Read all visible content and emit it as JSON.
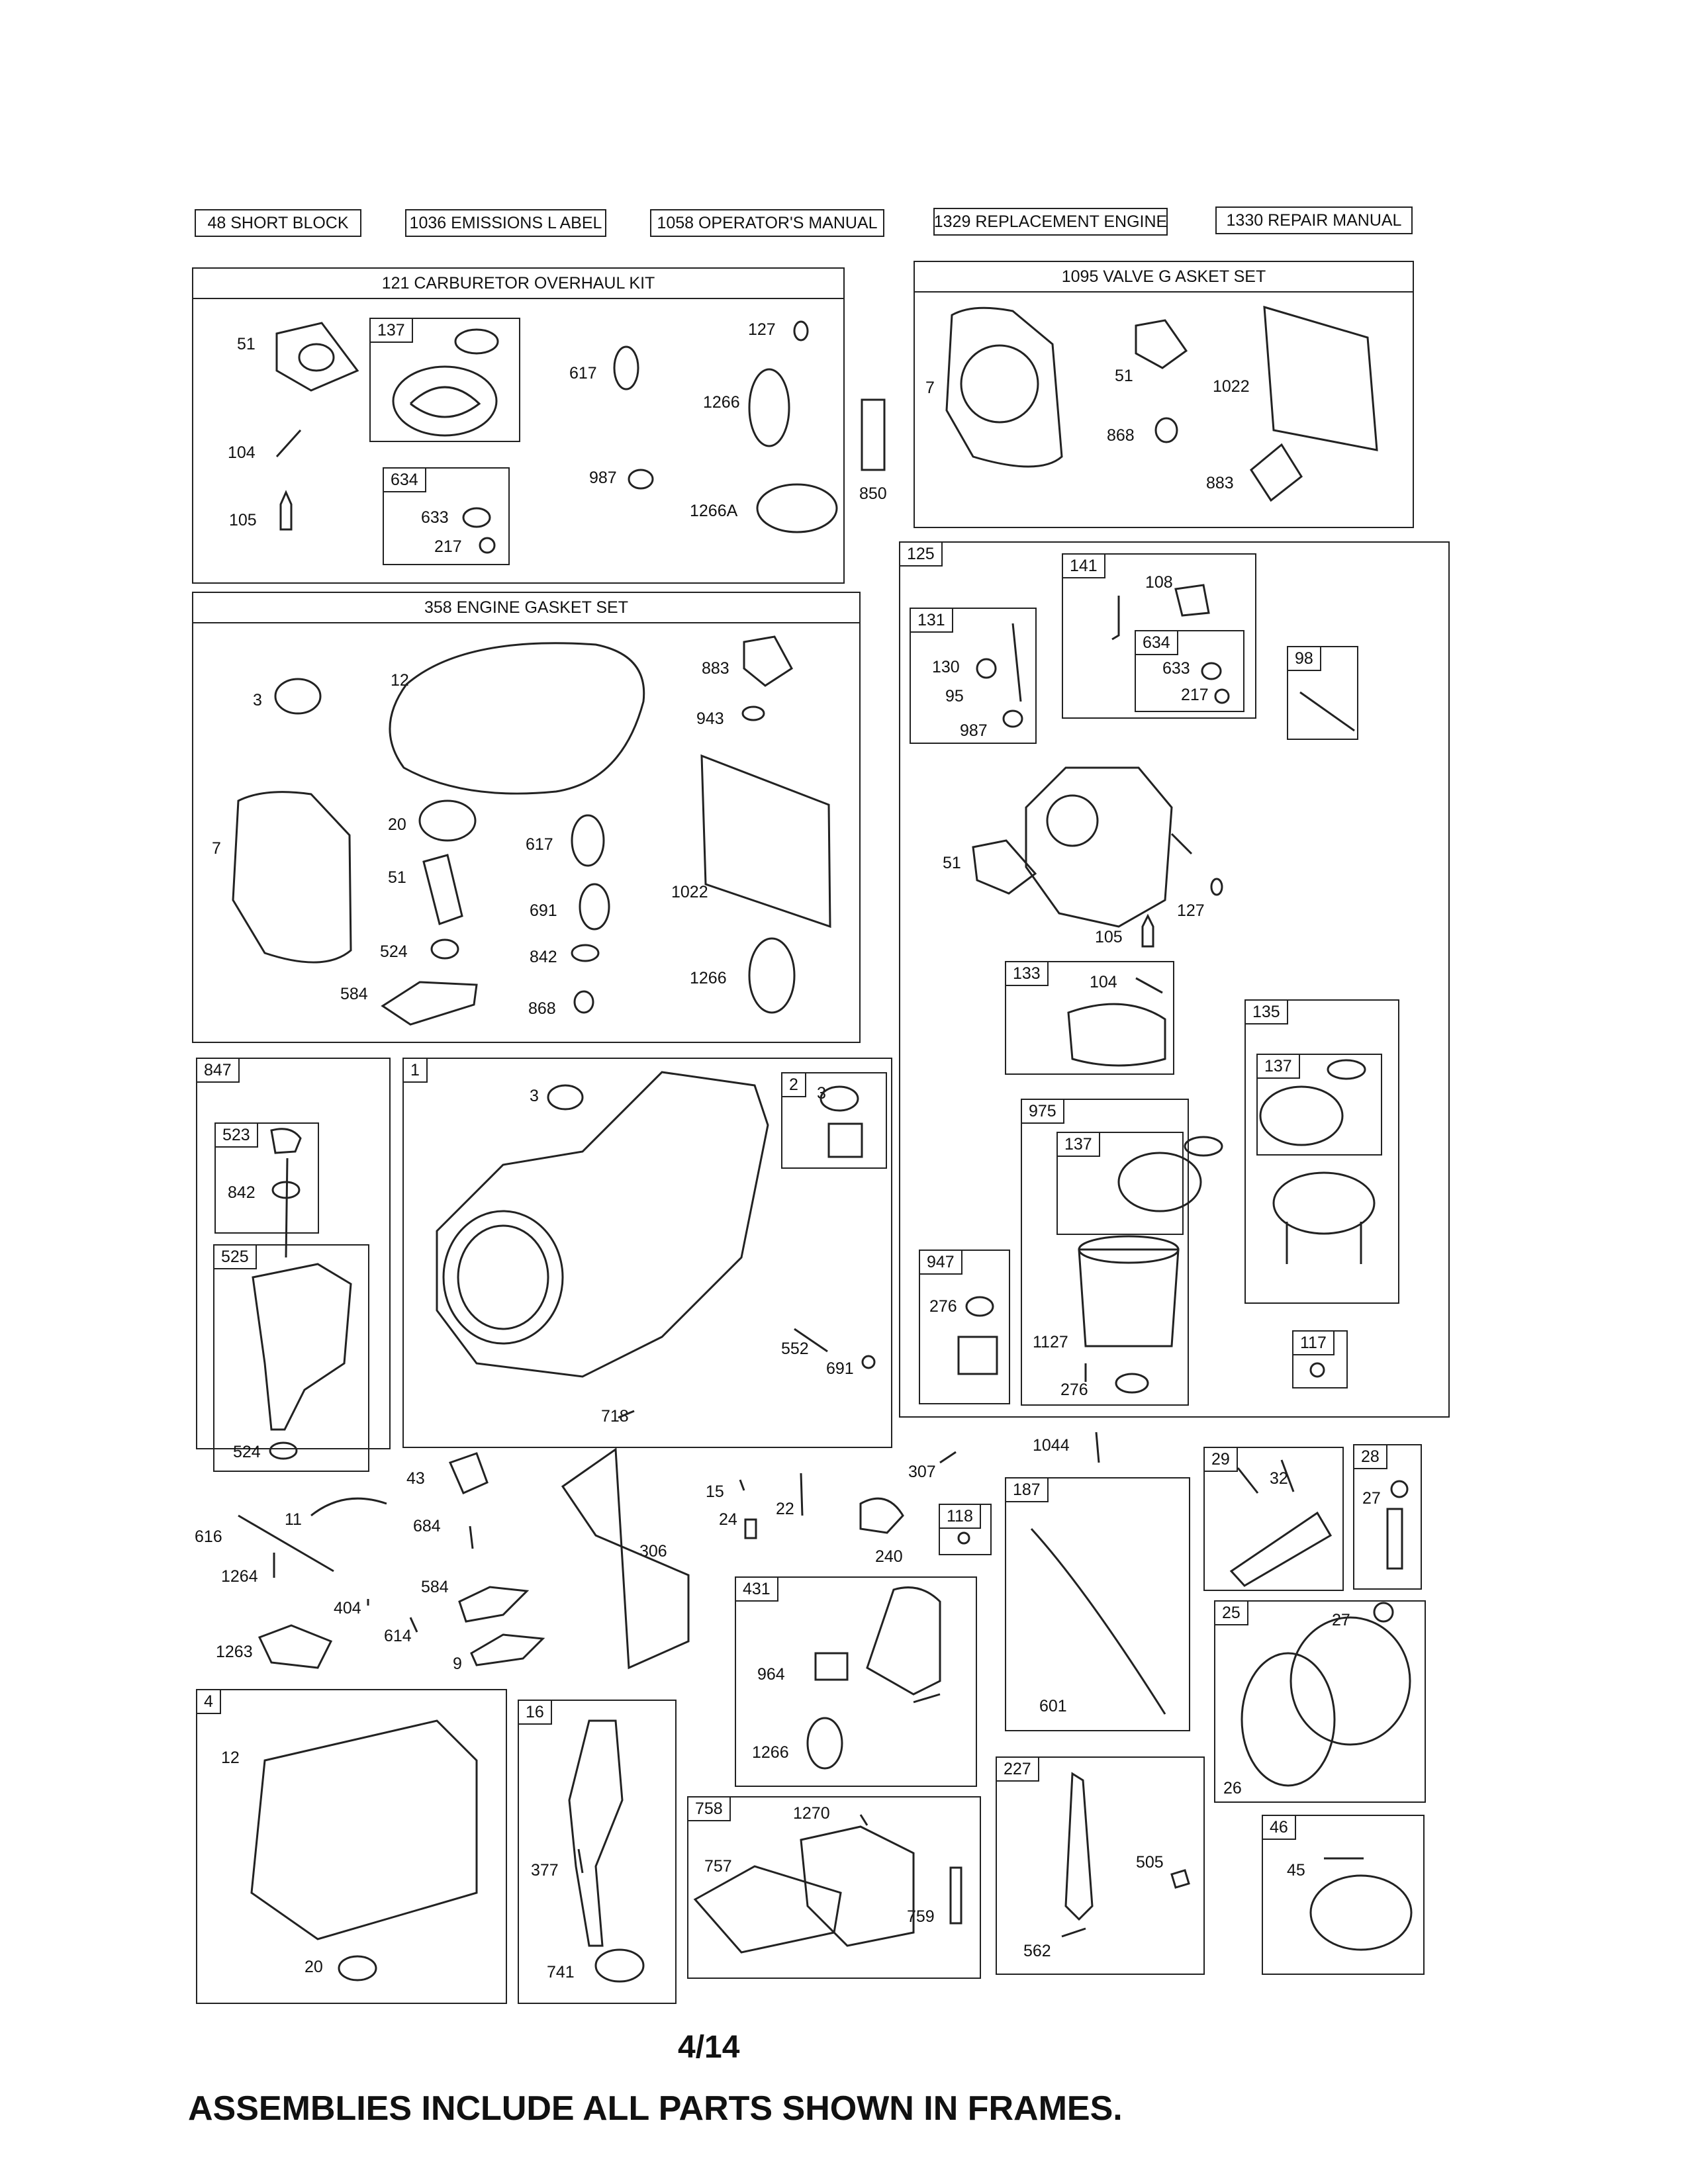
{
  "header_labels": {
    "short_block": "48 SHORT BLOCK",
    "emissions_label": "1036 EMISSIONS L ABEL",
    "operators_manual": "1058 OPERATOR'S MANUAL",
    "replacement_engine": "1329 REPLACEMENT ENGINE",
    "repair_manual": "1330 REPAIR MANUAL"
  },
  "frames": {
    "carb_kit": {
      "title": "121 CARBURETOR OVERHAUL KIT",
      "sub137": "137",
      "sub634": "634",
      "labels": [
        "51",
        "617",
        "127",
        "1266",
        "104",
        "987",
        "633",
        "105",
        "217",
        "1266A"
      ]
    },
    "valve_gasket": {
      "title": "1095 VALVE G ASKET SET",
      "labels": [
        "7",
        "51",
        "1022",
        "868",
        "883"
      ]
    },
    "loose_850": "850",
    "engine_gasket": {
      "title": "358 ENGINE GASKET SET",
      "labels": [
        "3",
        "12",
        "883",
        "943",
        "7",
        "20",
        "617",
        "51",
        "691",
        "1022",
        "524",
        "842",
        "584",
        "1266",
        "868"
      ]
    },
    "carb125": {
      "tag": "125",
      "sub131": {
        "tag": "131",
        "labels": [
          "130",
          "95",
          "987"
        ]
      },
      "sub141": {
        "tag": "141",
        "labels": [
          "108"
        ]
      },
      "sub634": {
        "tag": "634",
        "labels": [
          "633",
          "217"
        ]
      },
      "sub98": "98",
      "labels": [
        "51",
        "127",
        "105"
      ],
      "sub133": {
        "tag": "133",
        "labels": [
          "104"
        ]
      },
      "sub135": {
        "tag": "135",
        "sub137": "137"
      },
      "sub975": {
        "tag": "975",
        "sub137": "137",
        "labels": [
          "1127",
          "276"
        ]
      },
      "sub947": {
        "tag": "947",
        "labels": [
          "276"
        ]
      },
      "sub117": "117"
    },
    "f847": {
      "tag": "847",
      "sub523": "523",
      "sub525": "525",
      "labels": [
        "842",
        "524"
      ]
    },
    "f1": {
      "tag": "1",
      "sub2": "2",
      "labels": [
        "3",
        "3",
        "552",
        "691",
        "718"
      ]
    },
    "mid_labels": [
      "43",
      "616",
      "11",
      "684",
      "1264",
      "404",
      "584",
      "614",
      "9",
      "1263",
      "306",
      "15",
      "22",
      "24",
      "307",
      "240",
      "1044"
    ],
    "f118": "118",
    "f187": {
      "tag": "187",
      "labels": [
        "601"
      ]
    },
    "f29": {
      "tag": "29",
      "labels": [
        "32"
      ]
    },
    "f28": {
      "tag": "28",
      "labels": [
        "27"
      ]
    },
    "f431": {
      "tag": "431",
      "labels": [
        "964",
        "1266"
      ]
    },
    "f25": {
      "tag": "25",
      "labels": [
        "27",
        "26"
      ]
    },
    "f4": {
      "tag": "4",
      "labels": [
        "12",
        "20"
      ]
    },
    "f16": {
      "tag": "16",
      "labels": [
        "377",
        "741"
      ]
    },
    "f758": {
      "tag": "758",
      "labels": [
        "1270",
        "757",
        "759"
      ]
    },
    "f227": {
      "tag": "227",
      "labels": [
        "505",
        "562"
      ]
    },
    "f46": {
      "tag": "46",
      "labels": [
        "45"
      ]
    }
  },
  "page_number": "4/14",
  "footer": "ASSEMBLIES INCLUDE ALL PARTS SHOWN IN FRAMES."
}
